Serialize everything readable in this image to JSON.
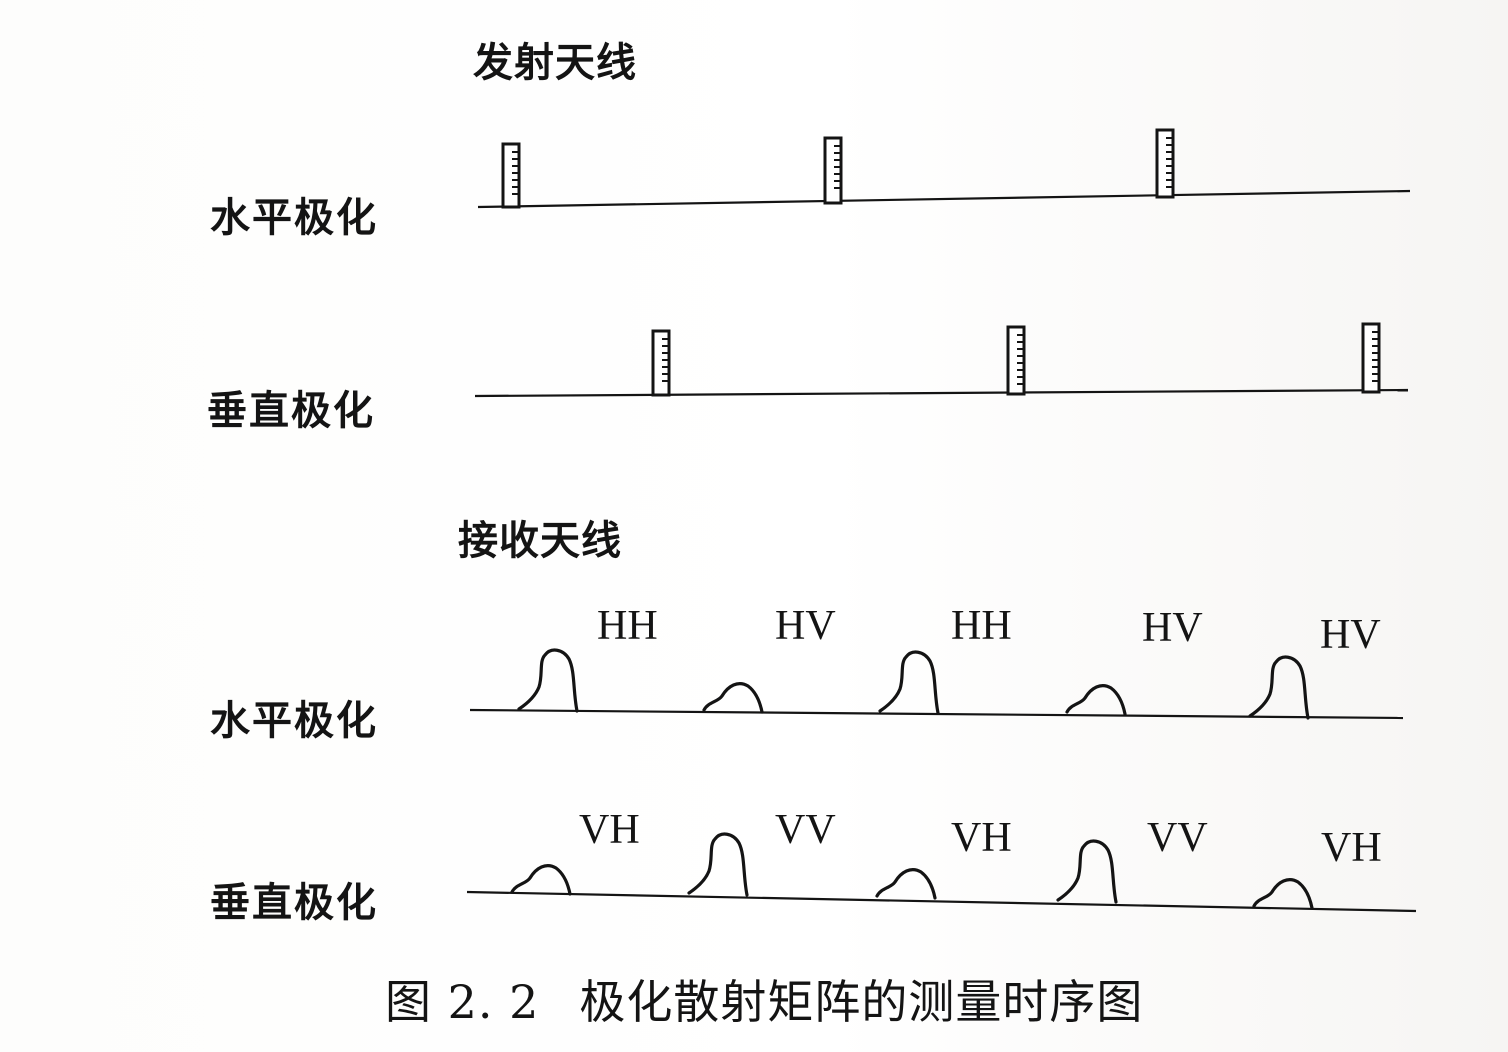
{
  "transmit": {
    "title": "发射天线",
    "rows": [
      {
        "label": "水平极化"
      },
      {
        "label": "垂直极化"
      }
    ]
  },
  "receive": {
    "title": "接收天线",
    "rows": [
      {
        "label": "水平极化",
        "echoes": [
          "HH",
          "HV",
          "HH",
          "HV",
          "HV"
        ]
      },
      {
        "label": "垂直极化",
        "echoes": [
          "VH",
          "VV",
          "VH",
          "VV",
          "VH"
        ]
      }
    ]
  },
  "caption": {
    "number": "图 2. 2",
    "text": "极化散射矩阵的测量时序图"
  }
}
